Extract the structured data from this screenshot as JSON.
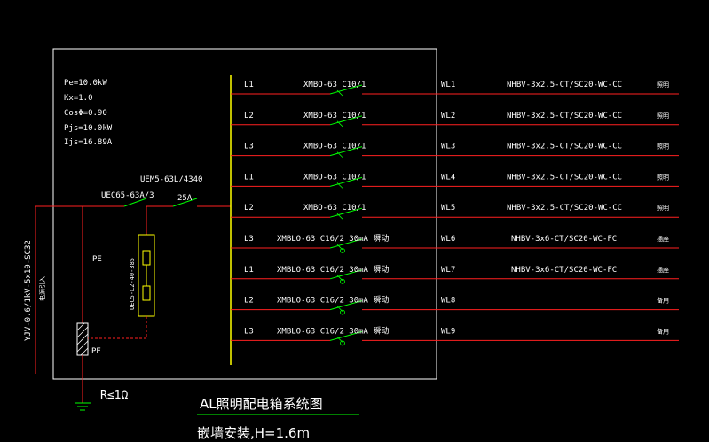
{
  "params": [
    "Pe=10.0kW",
    "Kx=1.0",
    "CosΦ=0.90",
    "Pjs=10.0kW",
    "Ijs=16.89A"
  ],
  "incoming": {
    "cable": "YJV-0.6/1kV-5x10-SC32",
    "note": "电源引入",
    "isolator": "UEC65-63A/3",
    "breaker": "UEM5-63L/4340",
    "breaker_rating": "25A",
    "spd": "UEC5-C2-40-385",
    "pe_label": "PE",
    "pe_label_2": "PE",
    "ground": "R≤1Ω"
  },
  "circuits": [
    {
      "phase": "L1",
      "breaker": "XMBO-63  C10/1",
      "wl": "WL1",
      "cable": "NHBV-3x2.5-CT/SC20-WC-CC",
      "use": "照明"
    },
    {
      "phase": "L2",
      "breaker": "XMBO-63  C10/1",
      "wl": "WL2",
      "cable": "NHBV-3x2.5-CT/SC20-WC-CC",
      "use": "照明"
    },
    {
      "phase": "L3",
      "breaker": "XMBO-63  C10/1",
      "wl": "WL3",
      "cable": "NHBV-3x2.5-CT/SC20-WC-CC",
      "use": "照明"
    },
    {
      "phase": "L1",
      "breaker": "XMBO-63  C10/1",
      "wl": "WL4",
      "cable": "NHBV-3x2.5-CT/SC20-WC-CC",
      "use": "照明"
    },
    {
      "phase": "L2",
      "breaker": "XMBO-63  C10/1",
      "wl": "WL5",
      "cable": "NHBV-3x2.5-CT/SC20-WC-CC",
      "use": "照明"
    },
    {
      "phase": "L3",
      "breaker": "XMBLO-63 C16/2 30mA 瞬动",
      "wl": "WL6",
      "cable": "NHBV-3x6-CT/SC20-WC-FC",
      "use": "插座"
    },
    {
      "phase": "L1",
      "breaker": "XMBLO-63 C16/2 30mA 瞬动",
      "wl": "WL7",
      "cable": "NHBV-3x6-CT/SC20-WC-FC",
      "use": "插座"
    },
    {
      "phase": "L2",
      "breaker": "XMBLO-63 C16/2 30mA 瞬动",
      "wl": "WL8",
      "cable": "",
      "use": "备用"
    },
    {
      "phase": "L3",
      "breaker": "XMBLO-63 C16/2 30mA 瞬动",
      "wl": "WL9",
      "cable": "",
      "use": "备用"
    }
  ],
  "title": "AL照明配电箱系统图",
  "subtitle": "嵌墙安装,H=1.6m",
  "colors": {
    "background": "#000000",
    "frame": "#ffffff",
    "line_red": "#ff2020",
    "busbar": "#ffff00",
    "switch_green": "#00ff00",
    "ground": "#00ff00",
    "pe_dashed": "#ff2020"
  }
}
